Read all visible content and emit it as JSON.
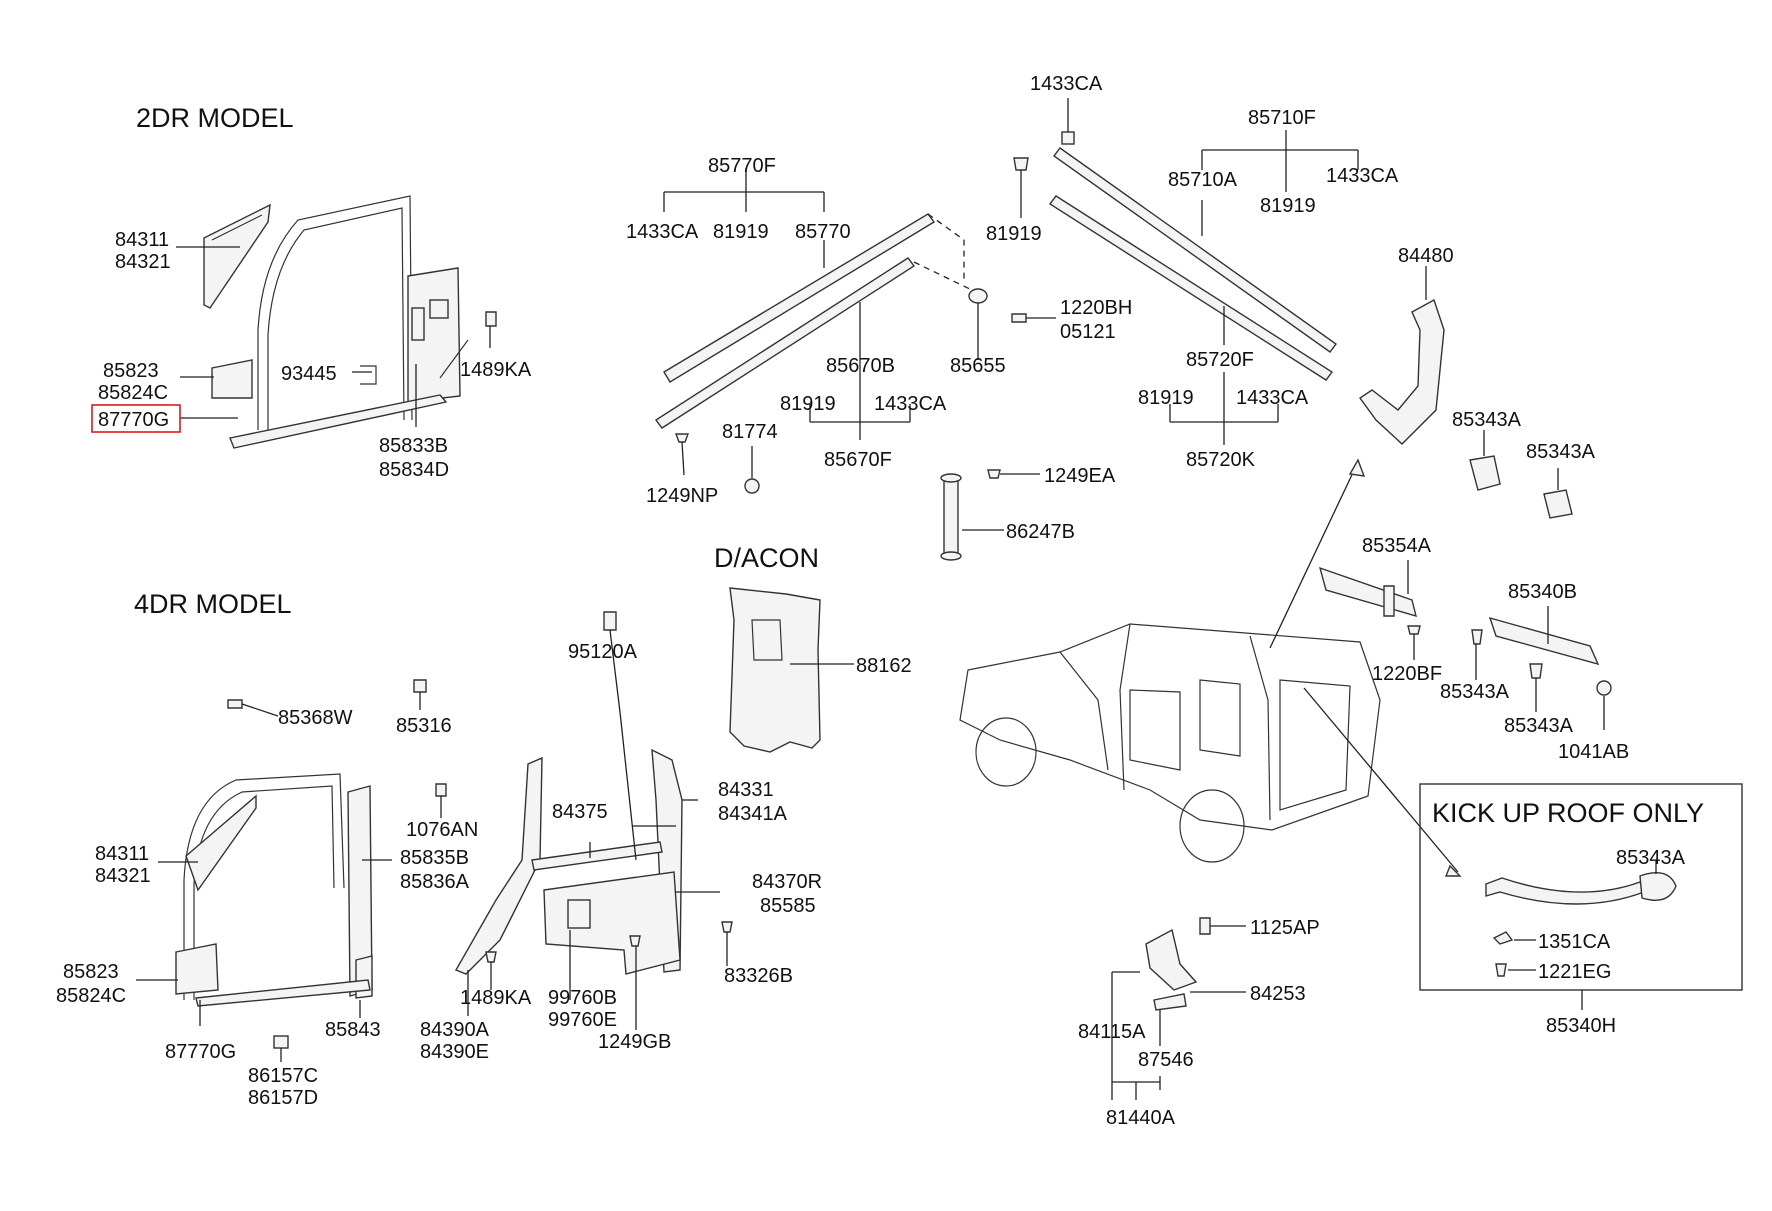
{
  "sections": {
    "two_door": "2DR MODEL",
    "four_door": "4DR MODEL",
    "d_acon": "D/ACON",
    "kick_up": "KICK UP ROOF ONLY"
  },
  "highlight_color": "#e01b1b",
  "parts": {
    "p84311_a": "84311",
    "p84321_a": "84321",
    "p85823_a": "85823",
    "p85824C_a": "85824C",
    "p87770G_a": "87770G",
    "p93445": "93445",
    "p1489KA_a": "1489KA",
    "p85833B": "85833B",
    "p85834D": "85834D",
    "p85770F": "85770F",
    "p1433CA_a": "1433CA",
    "p81919_a": "81919",
    "p85770": "85770",
    "p85670B": "85670B",
    "p81919_b": "81919",
    "p1433CA_b": "1433CA",
    "p85670F": "85670F",
    "p81774": "81774",
    "p1249NP": "1249NP",
    "p85655": "85655",
    "p1433CA_c": "1433CA",
    "p81919_c": "81919",
    "p1220BH": "1220BH",
    "p05121": "05121",
    "p85710F": "85710F",
    "p85710A": "85710A",
    "p81919_d": "81919",
    "p1433CA_d": "1433CA",
    "p85720F": "85720F",
    "p81919_e": "81919",
    "p1433CA_e": "1433CA",
    "p85720K": "85720K",
    "p1249EA": "1249EA",
    "p86247B": "86247B",
    "p84480": "84480",
    "p85343A_a": "85343A",
    "p85343A_b": "85343A",
    "p88162": "88162",
    "p85354A": "85354A",
    "p85340B": "85340B",
    "p1220BF": "1220BF",
    "p85343A_c": "85343A",
    "p85343A_d": "85343A",
    "p1041AB": "1041AB",
    "p85368W": "85368W",
    "p85316": "85316",
    "p1076AN": "1076AN",
    "p95120A": "95120A",
    "p84331": "84331",
    "p84341A": "84341A",
    "p84375": "84375",
    "p84311_b": "84311",
    "p84321_b": "84321",
    "p85835B": "85835B",
    "p85836A": "85836A",
    "p84370R": "84370R",
    "p85585": "85585",
    "p85823_b": "85823",
    "p85824C_b": "85824C",
    "p87770G_b": "87770G",
    "p85843": "85843",
    "p86157C": "86157C",
    "p86157D": "86157D",
    "p1489KA_b": "1489KA",
    "p84390A": "84390A",
    "p84390E": "84390E",
    "p99760B": "99760B",
    "p99760E": "99760E",
    "p1249GB": "1249GB",
    "p83326B": "83326B",
    "p1125AP": "1125AP",
    "p84253": "84253",
    "p84115A": "84115A",
    "p87546": "87546",
    "p81440A": "81440A",
    "p85343A_e": "85343A",
    "p1351CA": "1351CA",
    "p1221EG": "1221EG",
    "p85340H": "85340H"
  }
}
